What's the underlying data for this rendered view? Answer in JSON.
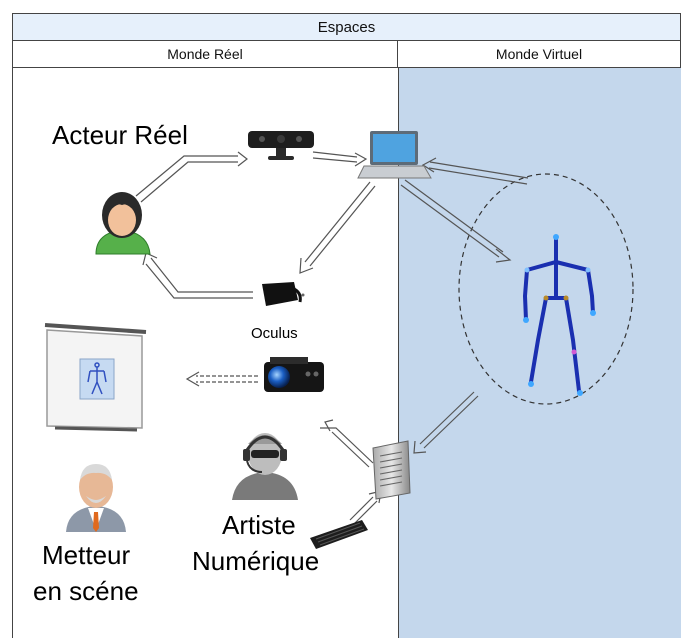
{
  "header": {
    "title": "Espaces",
    "real_world": "Monde Réel",
    "virtual_world": "Monde Virtuel"
  },
  "labels": {
    "actor": "Acteur Réel",
    "oculus": "Oculus",
    "artist_line1": "Artiste",
    "artist_line2": "Numérique",
    "director_line1": "Metteur",
    "director_line2": "en scéne"
  },
  "icons": {
    "actor": "woman-avatar-icon",
    "sensor": "kinect-sensor-icon",
    "laptop": "laptop-icon",
    "headset": "oculus-headset-icon",
    "projector": "projector-icon",
    "screen": "projection-screen-icon",
    "server": "server-tower-icon",
    "keyboard": "keyboard-icon",
    "artist": "artist-headset-avatar-icon",
    "director": "director-avatar-icon",
    "skeleton": "skeleton-figure-icon"
  },
  "colors": {
    "header_bg": "#e6f0fb",
    "virtual_bg": "#c4d7ec",
    "skeleton": "#1a2fb0"
  }
}
